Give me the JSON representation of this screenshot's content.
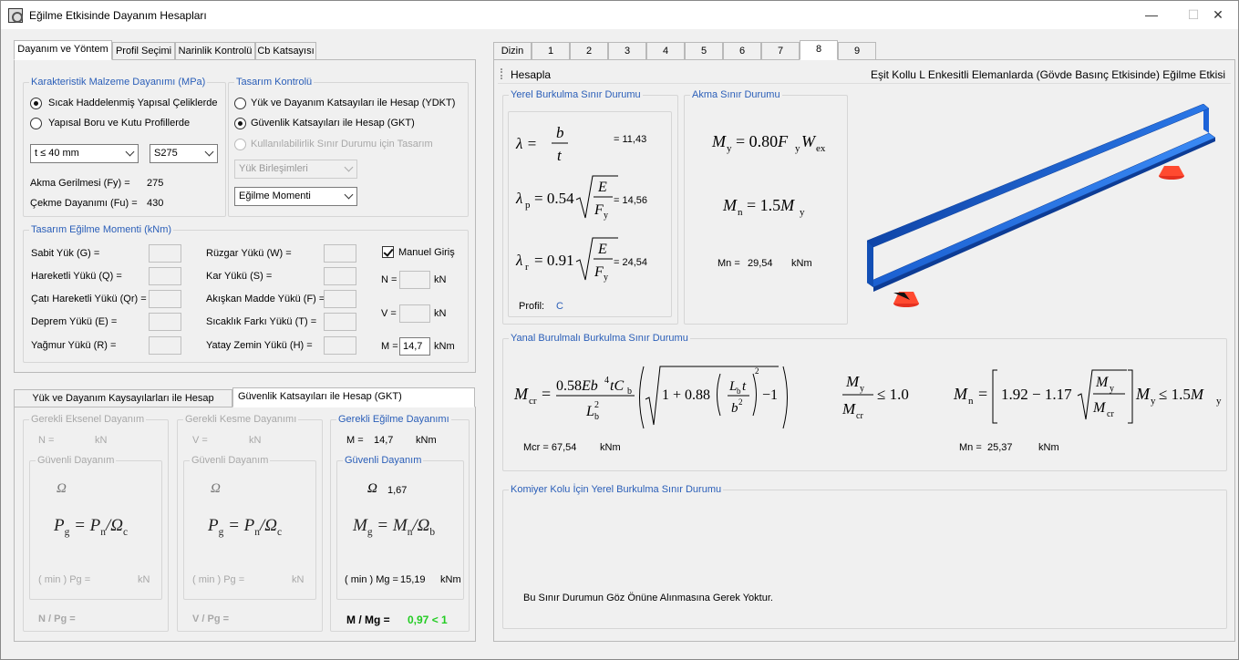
{
  "window": {
    "title": "Eğilme Etkisinde Dayanım Hesapları",
    "minimize": "—",
    "maximize": "☐",
    "close": "✕"
  },
  "left_tabs": [
    "Dayanım ve Yöntem",
    "Profil Seçimi",
    "Narinlik Kontrolü",
    "Cb Katsayısı"
  ],
  "material": {
    "title": "Karakteristik Malzeme Dayanımı (MPa)",
    "radio1": "Sıcak Haddelenmiş Yapısal Çeliklerde",
    "radio2": "Yapısal Boru ve Kutu Profillerde",
    "thickness": "t ≤ 40 mm",
    "grade": "S275",
    "fy_label": "Akma Gerilmesi (Fy) =",
    "fy_value": "275",
    "fu_label": "Çekme Dayanımı (Fu) =",
    "fu_value": "430"
  },
  "design": {
    "title": "Tasarım Kontrolü",
    "radio1": "Yük ve Dayanım Katsayıları ile Hesap (YDKT)",
    "radio2": "Güvenlik Katsayıları ile Hesap (GKT)",
    "radio3": "Kullanılabilirlik Sınır Durumu için Tasarım",
    "combo1": "Yük Birleşimleri",
    "combo2": "Eğilme Momenti"
  },
  "moment": {
    "title": "Tasarım Eğilme Momenti (kNm)",
    "col1": [
      "Sabit Yük (G) =",
      "Hareketli Yükü (Q) =",
      "Çatı Hareketli Yükü (Qr) =",
      "Deprem Yükü (E) =",
      "Yağmur Yükü (R) ="
    ],
    "col2": [
      "Rüzgar Yükü (W) =",
      "Kar Yükü (S) =",
      "Akışkan Madde Yükü (F) =",
      "Sıcaklık Farkı Yükü (T) =",
      "Yatay Zemin Yükü (H) ="
    ],
    "manual": "Manuel Giriş",
    "n_label": "N =",
    "n_unit": "kN",
    "v_label": "V =",
    "v_unit": "kN",
    "m_label": "M =",
    "m_value": "14,7",
    "m_unit": "kNm"
  },
  "method_tabs": [
    "Yük ve Dayanım Kaysayılarları ile Hesap (YDKT)",
    "Güvenlik Katsayıları ile Hesap (GKT)"
  ],
  "axial": {
    "title": "Gerekli Eksenel Dayanım",
    "n_label": "N =",
    "n_unit": "kN",
    "safe_title": "Güvenli Dayanım",
    "omega": "Ω",
    "formula_lhs": "P",
    "formula_lhs_sub": "g",
    "formula_rhs": "P",
    "formula_rhs_sub": "n",
    "formula_omega": "Ω",
    "formula_omega_sub": "c",
    "min_label": "( min ) Pg =",
    "min_unit": "kN",
    "ratio": "N / Pg ="
  },
  "shear": {
    "title": "Gerekli Kesme Dayanımı",
    "v_label": "V =",
    "v_unit": "kN",
    "safe_title": "Güvenli Dayanım",
    "omega": "Ω",
    "min_label": "( min ) Pg =",
    "min_unit": "kN",
    "ratio": "V / Pg ="
  },
  "bending": {
    "title": "Gerekli Eğilme Dayanımı",
    "m_label": "M =",
    "m_value": "14,7",
    "m_unit": "kNm",
    "safe_title": "Güvenli Dayanım",
    "omega": "Ω",
    "omega_value": "1,67",
    "formula_lhs": "M",
    "formula_lhs_sub": "g",
    "formula_rhs": "M",
    "formula_rhs_sub": "n",
    "formula_omega": "Ω",
    "formula_omega_sub": "b",
    "min_label": "( min ) Mg =",
    "min_value": "15,19",
    "min_unit": "kNm",
    "ratio": "M / Mg =",
    "ratio_value": "0,97 < 1"
  },
  "right_tabs": [
    "Dizin",
    "1",
    "2",
    "3",
    "4",
    "5",
    "6",
    "7",
    "8",
    "9"
  ],
  "toolbar": {
    "calc": "Hesapla",
    "heading": "Eşit Kollu L Enkesitli Elemanlarda (Gövde Basınç Etkisinde) Eğilme Etkisi"
  },
  "local_buckling": {
    "title": "Yerel Burkulma Sınır Durumu",
    "lambda_value": "= 11,43",
    "lambda_p_value": "= 14,56",
    "lambda_r_value": "= 24,54",
    "lambda_p_coef": "0.54",
    "lambda_r_coef": "0.91",
    "profile_label": "Profil:",
    "profile_value": "C"
  },
  "yield": {
    "title": "Akma Sınır Durumu",
    "eq1": "= 0.80",
    "eq2": "= 1.5",
    "mn_label": "Mn =",
    "mn_value": "29,54",
    "mn_unit": "kNm"
  },
  "ltb": {
    "title": "Yanal Burulmalı Burkulma Sınır Durumu",
    "coef": "0.58",
    "c1": "1 + 0.88",
    "c2": "−1",
    "ratio_limit": "≤ 1.0",
    "c3": "1.92 − 1.17",
    "c4": "≤ 1.5",
    "mcr_label": "Mcr = 67,54",
    "mcr_unit": "kNm",
    "mn_label": "Mn =",
    "mn_value": "25,37",
    "mn_unit": "kNm"
  },
  "stem": {
    "title": "Komiyer Kolu İçin Yerel Burkulma Sınır Durumu",
    "note": "Bu Sınır Durumun Göz Önüne Alınmasına Gerek Yoktur."
  },
  "colors": {
    "accent_blue": "#2a5eb8",
    "beam_blue": "#1f6fe0",
    "support_red": "#e53020",
    "ok_green": "#22cc22"
  }
}
